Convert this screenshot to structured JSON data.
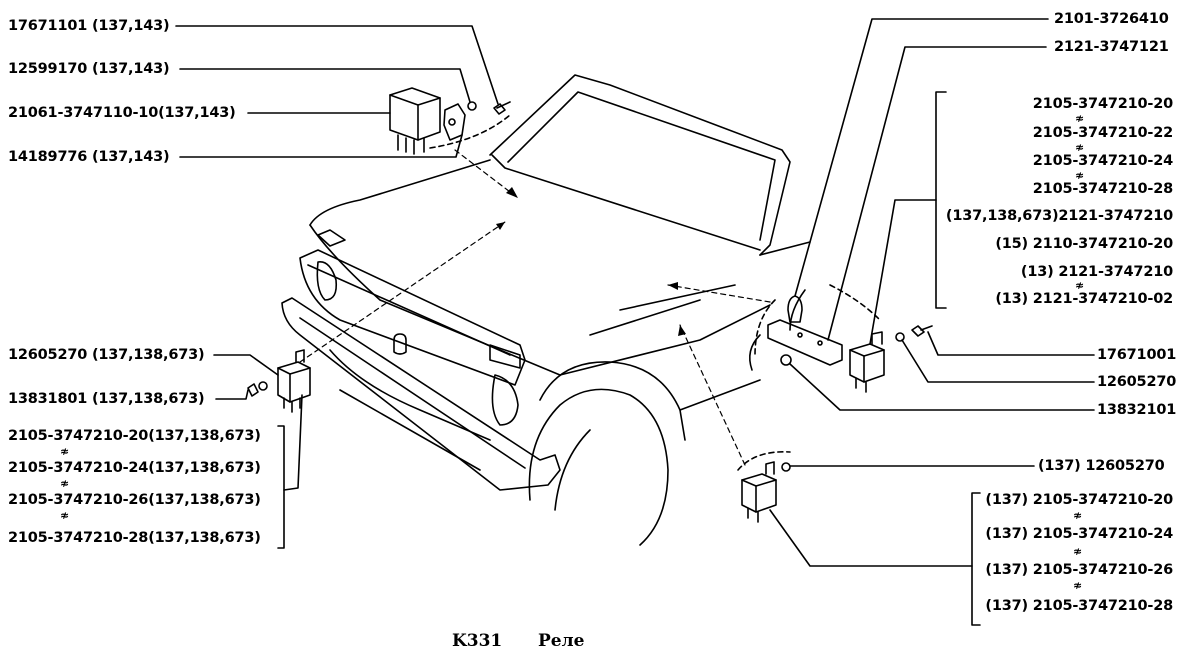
{
  "caption": {
    "code": "K331",
    "title": "Реле"
  },
  "ne_symbol": "≉",
  "labels_top_left": [
    "17671101 (137,143)",
    "12599170 (137,143)",
    "21061-3747110-10(137,143)",
    "14189776 (137,143)"
  ],
  "labels_left_mid": [
    "12605270 (137,138,673)",
    "13831801 (137,138,673)"
  ],
  "labels_left_group": [
    "2105-3747210-20(137,138,673)",
    "2105-3747210-24(137,138,673)",
    "2105-3747210-26(137,138,673)",
    "2105-3747210-28(137,138,673)"
  ],
  "labels_top_right": [
    "2101-3726410",
    "2121-3747121"
  ],
  "labels_right_group": [
    "2105-3747210-20",
    "2105-3747210-22",
    "2105-3747210-24",
    "2105-3747210-28",
    "(137,138,673)2121-3747210",
    "(15) 2110-3747210-20",
    "(13) 2121-3747210",
    "(13) 2121-3747210-02"
  ],
  "labels_right_mid": [
    "17671001",
    "12605270",
    "13832101"
  ],
  "label_bottom_right_single": "(137) 12605270",
  "labels_bottom_right_group": [
    "(137) 2105-3747210-20",
    "(137) 2105-3747210-24",
    "(137) 2105-3747210-26",
    "(137) 2105-3747210-28"
  ]
}
